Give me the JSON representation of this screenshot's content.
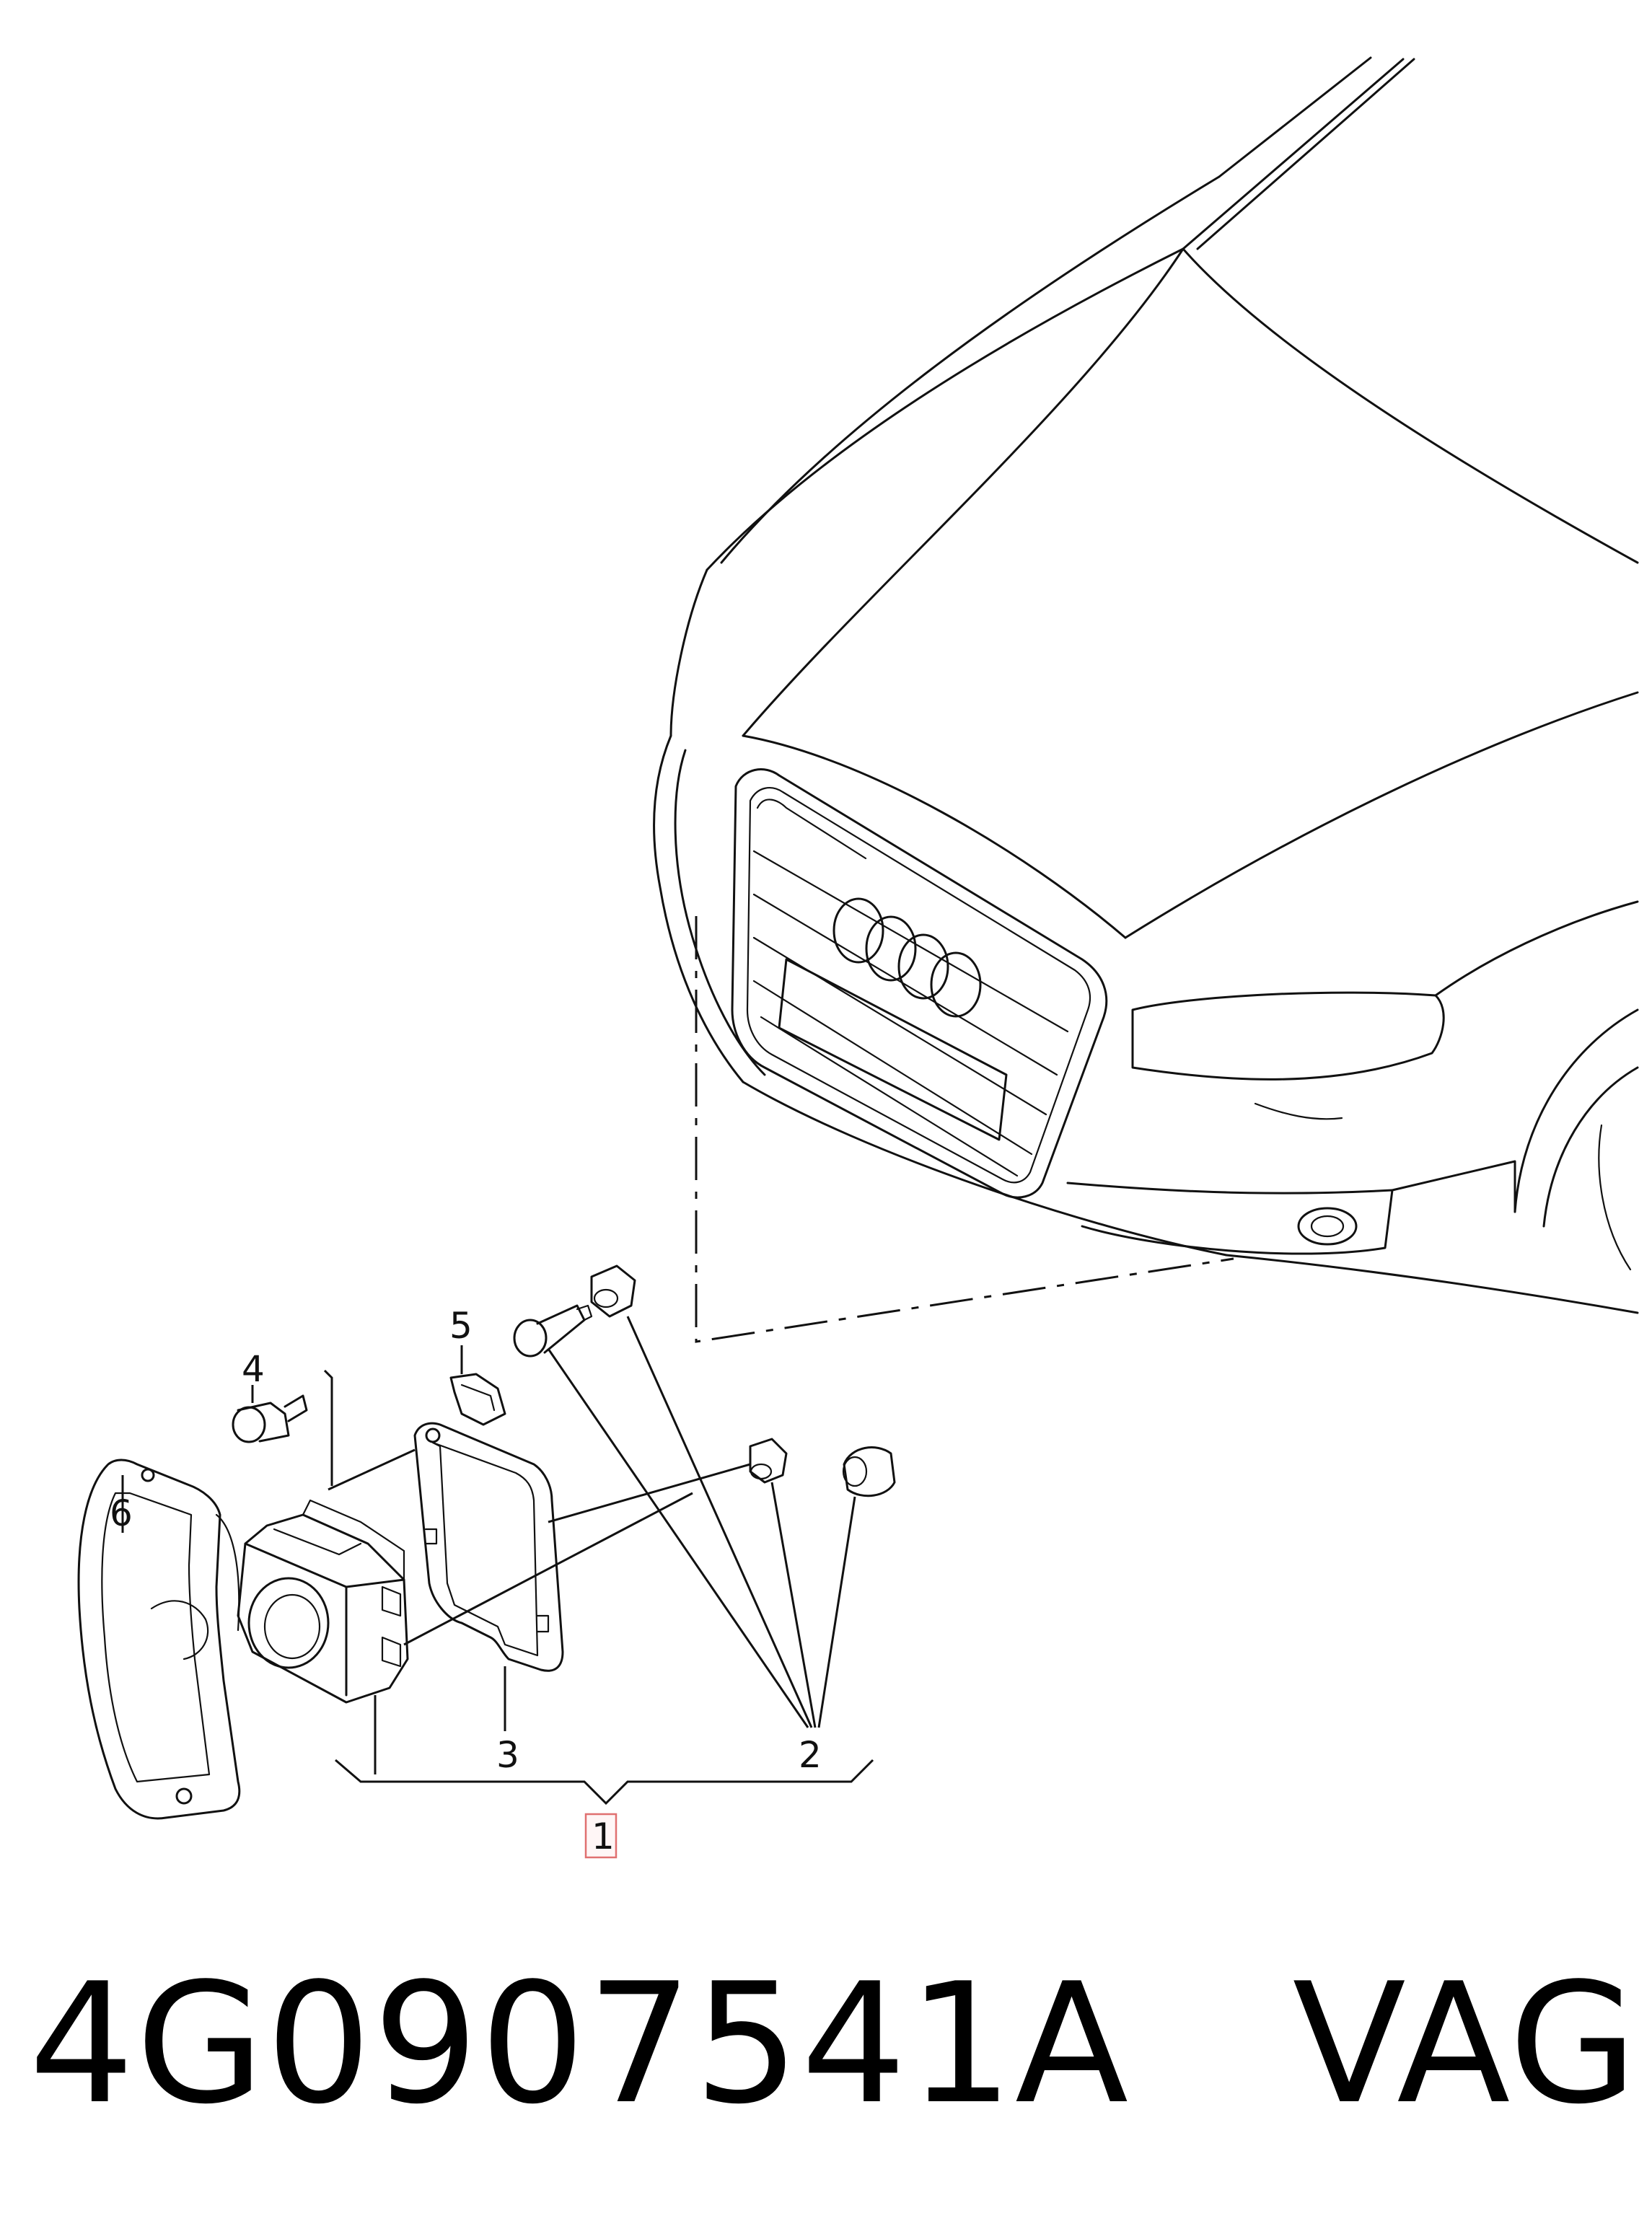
{
  "callouts": {
    "c1": "1",
    "c2": "2",
    "c3": "3",
    "c4": "4",
    "c5": "5",
    "c6": "6"
  },
  "caption": {
    "part_number": "4G0907541A",
    "brand": "VAG"
  },
  "colors": {
    "line": "#111111",
    "highlight_box_stroke": "#e07070",
    "highlight_box_fill": "#fff6f6"
  }
}
